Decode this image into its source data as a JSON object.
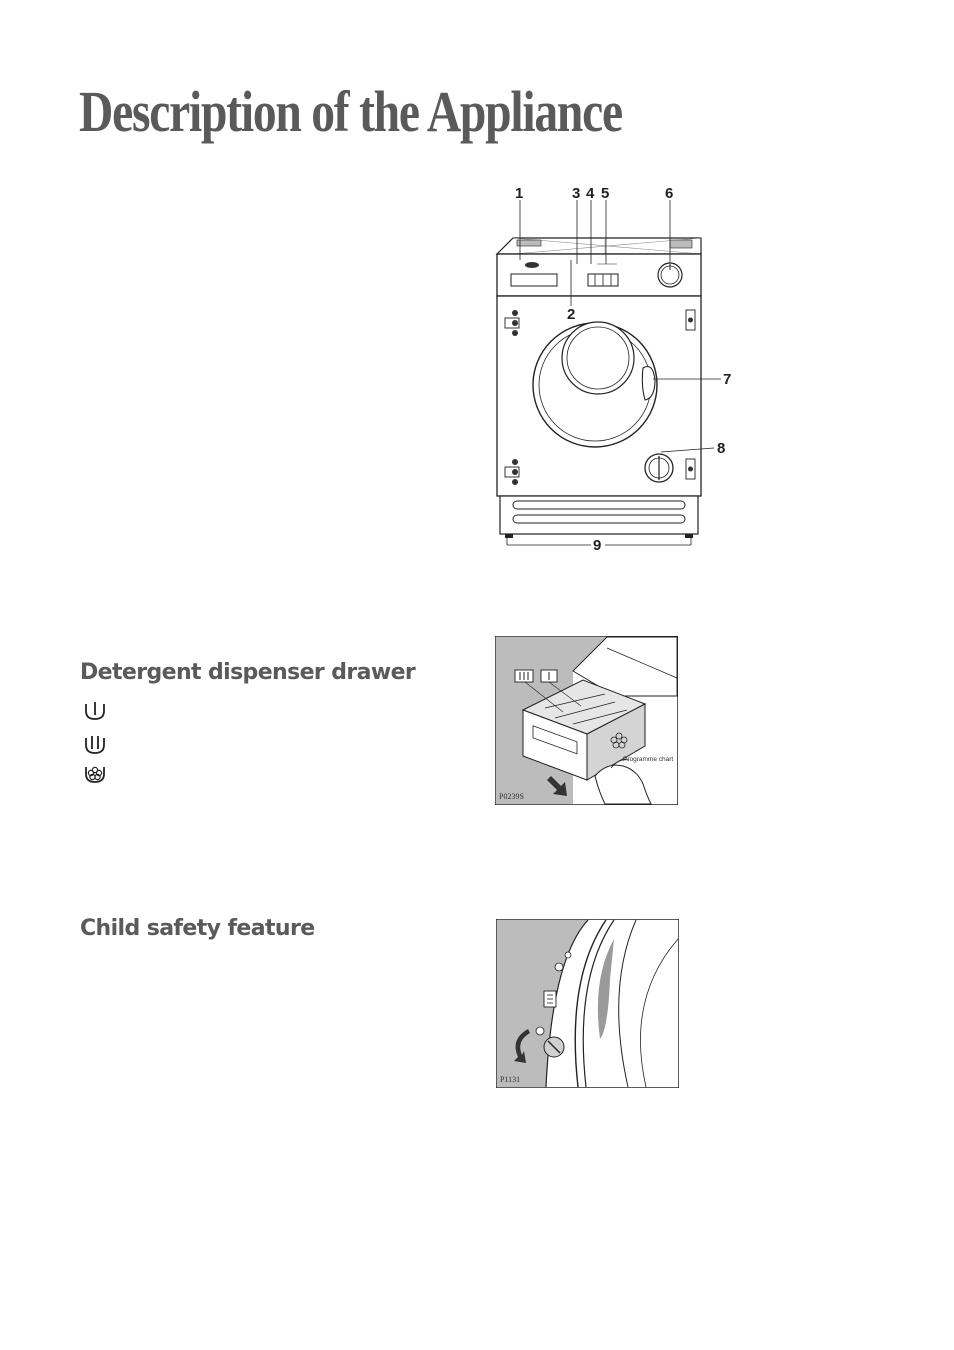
{
  "page_title": "Description of the Appliance",
  "appliance_figure": {
    "callouts": {
      "n1": "1",
      "n2": "2",
      "n3": "3",
      "n4": "4",
      "n5": "5",
      "n6": "6",
      "n7": "7",
      "n8": "8",
      "n9": "9"
    }
  },
  "detergent_section": {
    "heading": "Detergent dispenser drawer",
    "symbols": [
      "prewash-compartment-icon",
      "main-wash-compartment-icon",
      "fabric-softener-icon"
    ],
    "figure": {
      "code": "P0239S",
      "chart_label": "Programme chart"
    }
  },
  "child_safety_section": {
    "heading": "Child safety feature",
    "figure": {
      "code": "P1131"
    }
  }
}
